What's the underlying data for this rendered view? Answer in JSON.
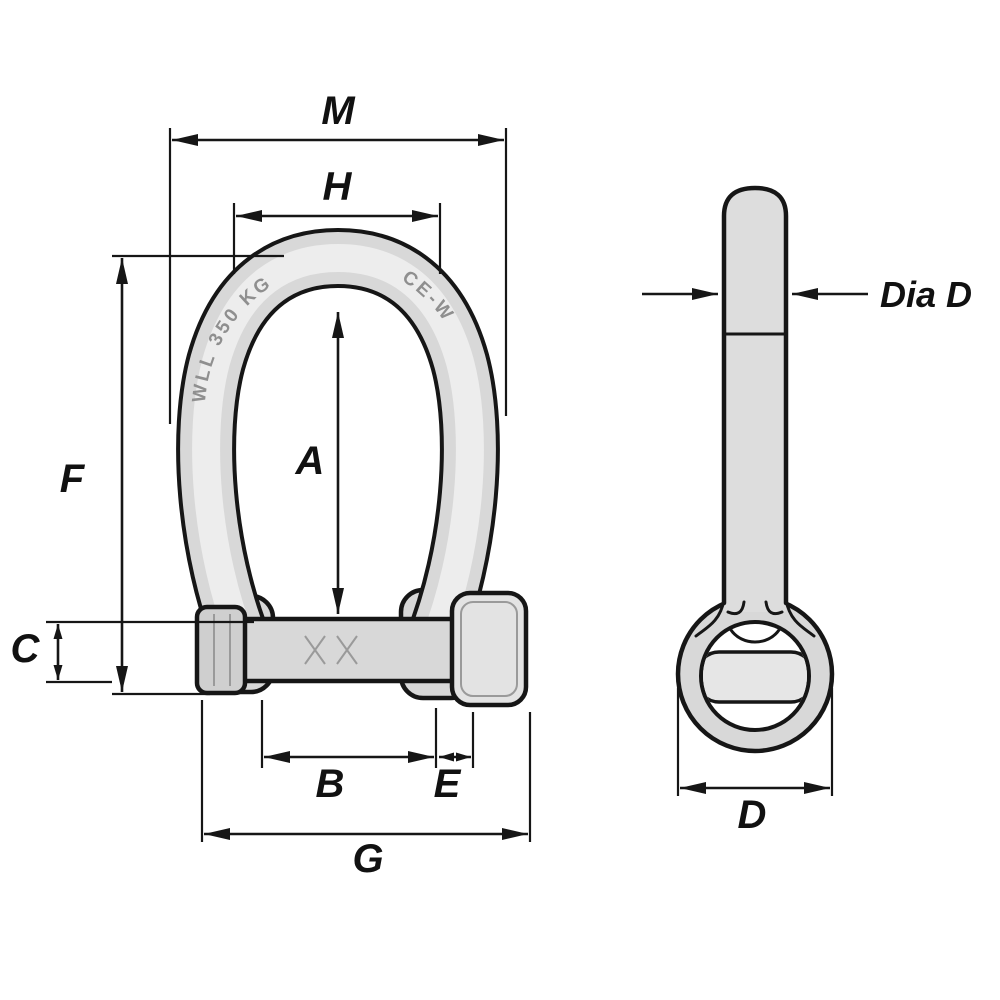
{
  "diagram": {
    "type": "technical-dimension-drawing",
    "subject": "bow-shackle-with-pin",
    "labels": {
      "m": "M",
      "h": "H",
      "a": "A",
      "f": "F",
      "c": "C",
      "b": "B",
      "e": "E",
      "g": "G",
      "d": "D",
      "dia_d": "Dia D"
    },
    "engraving": {
      "left": "WLL 350 KG",
      "right": "CE-W"
    },
    "colors": {
      "line": "#161616",
      "metal_mid": "#d8d8d8",
      "metal_light": "#ededed",
      "background": "#ffffff"
    }
  }
}
